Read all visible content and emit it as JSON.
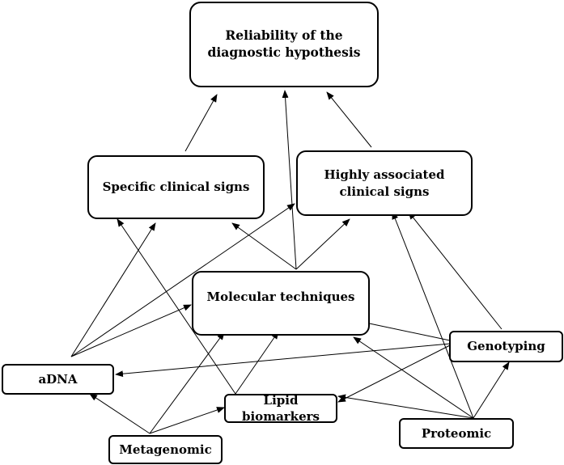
{
  "nodes": {
    "reliability": {
      "line1": "Reliability of the",
      "line2": "diagnostic hypothesis"
    },
    "specific": "Specific clinical signs",
    "highly": {
      "line1": "Highly associated",
      "line2": "clinical signs"
    },
    "molecular": "Molecular techniques",
    "adna": "aDNA",
    "genotyping": "Genotyping",
    "lipid": "Lipid biomarkers",
    "metagenomic": "Metagenomic",
    "proteomic": "Proteomic"
  },
  "colors": {
    "stroke": "#000000",
    "background": "#ffffff"
  }
}
